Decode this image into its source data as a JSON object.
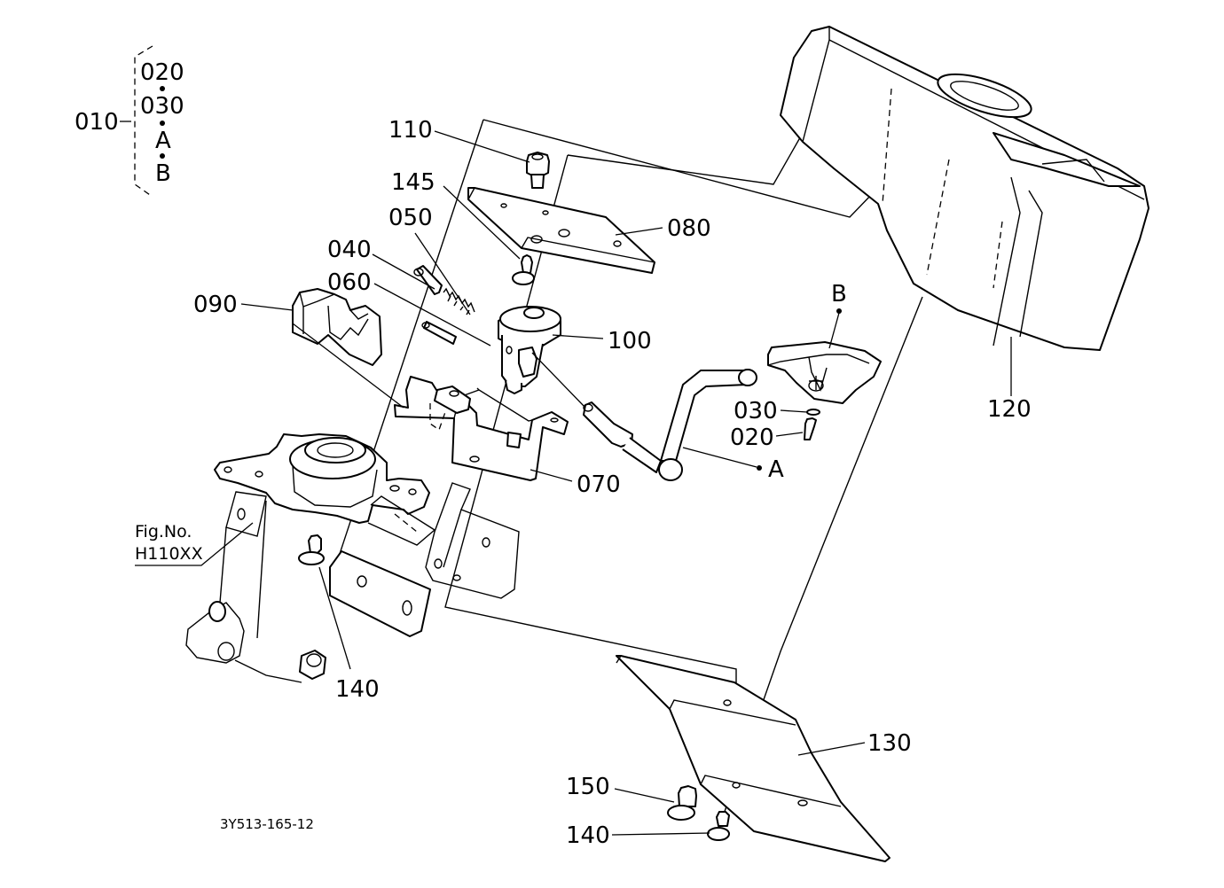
{
  "group": {
    "main": "010",
    "members": [
      "020",
      "030",
      "A",
      "B"
    ]
  },
  "callouts": {
    "c110": "110",
    "c145": "145",
    "c050": "050",
    "c040": "040",
    "c060": "060",
    "c090": "090",
    "c080": "080",
    "c100": "100",
    "c070": "070",
    "cB": "B",
    "c030": "030",
    "c020": "020",
    "cA": "A",
    "c120": "120",
    "c140a": "140",
    "c130": "130",
    "c150": "150",
    "c140b": "140"
  },
  "figref": {
    "line1": "Fig.No.",
    "line2": "H110XX"
  },
  "drawing_code": "3Y513-165-12"
}
